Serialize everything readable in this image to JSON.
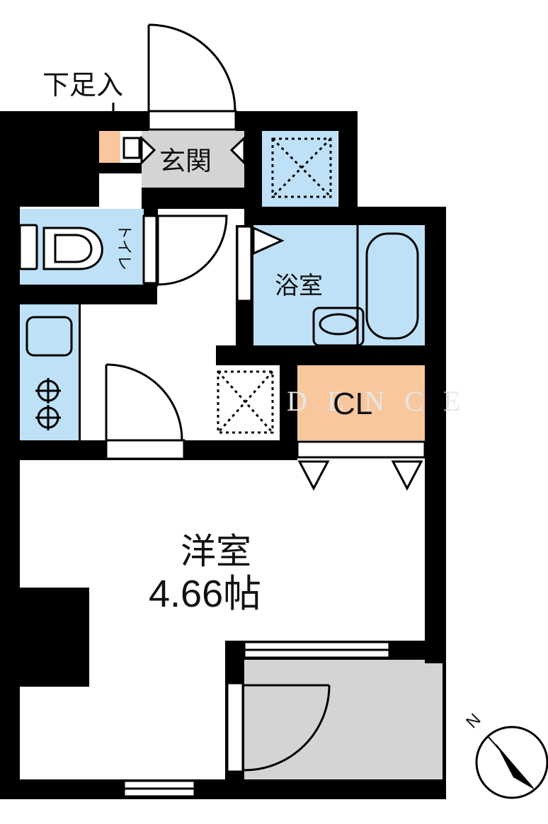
{
  "labels": {
    "shoebox": "下足入",
    "entrance": "玄関",
    "toilet": "トイレ",
    "bathroom": "浴室",
    "closet": "CL",
    "western_room": "洋室",
    "room_size": "4.66帖",
    "watermark": "D E N C E",
    "north": "N"
  },
  "colors": {
    "wall": "#000000",
    "water_area": "#bfe1f7",
    "closet": "#f8c79d",
    "shoebox": "#f8c79d",
    "entrance_floor": "#d4d4d4",
    "balcony": "#d4d4d4",
    "floor": "#ffffff"
  }
}
